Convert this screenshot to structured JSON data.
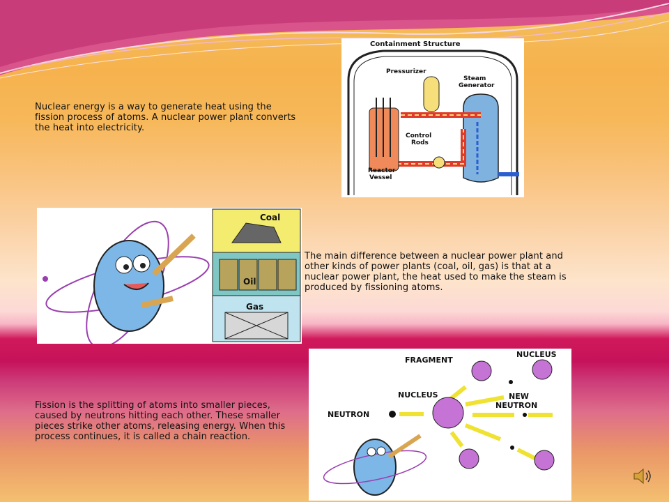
{
  "slide": {
    "intro_text": "Nuclear energy is a way to generate heat using the fission process of atoms. A nuclear power plant converts the heat into electricity.",
    "difference_text": "The main difference between a nuclear power plant and other kinds of power plants (coal, oil, gas) is that at a nuclear power plant, the heat used to make the steam is produced by fissioning atoms.",
    "fission_text": "Fission is the splitting of atoms into smaller pieces, caused by neutrons hitting each other. These smaller pieces strike other atoms, releasing energy. When this process continues, it is called a chain reaction."
  },
  "reactor_diagram": {
    "title": "Containment Structure",
    "labels": {
      "pressurizer": "Pressurizer",
      "steam_1": "Steam",
      "steam_2": "Generator",
      "control_1": "Control",
      "control_2": "Rods",
      "reactor_1": "Reactor",
      "reactor_2": "Vessel"
    }
  },
  "fuels_image": {
    "coal": "Coal",
    "oil": "Oil",
    "gas": "Gas"
  },
  "chain_image": {
    "fragment": "FRAGMENT",
    "nucleus_top": "NUCLEUS",
    "nucleus": "NUCLEUS",
    "new_1": "NEW",
    "new_2": "NEUTRON",
    "neutron": "NEUTRON"
  },
  "icons": {
    "audio": "speaker-icon"
  },
  "colors": {
    "accent_pink": "#c6125a",
    "orange": "#f6b24d"
  }
}
